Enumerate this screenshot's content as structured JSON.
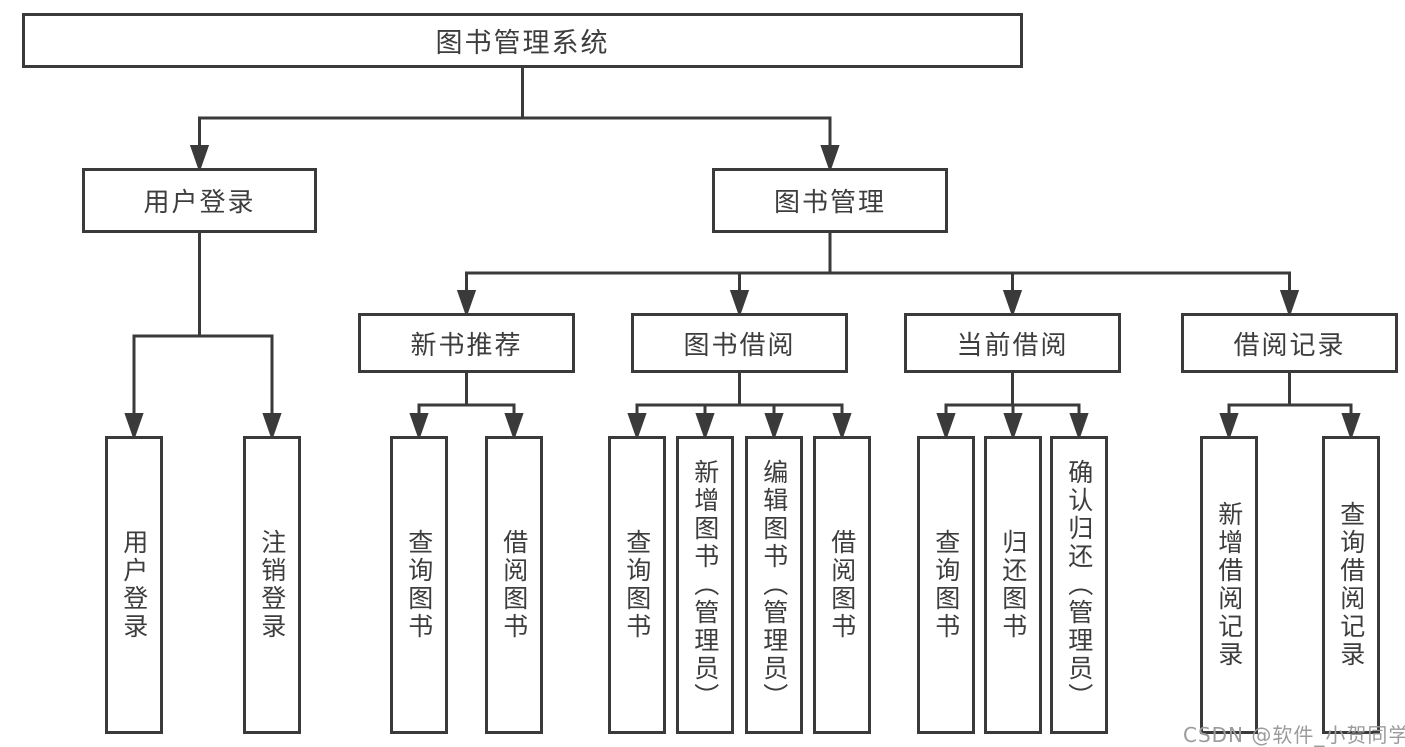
{
  "colors": {
    "line": "#3a3a3a",
    "text": "#3d3d3d",
    "box_background": "#ffffff",
    "page_background": "#ffffff",
    "watermark": "#9b9b9b"
  },
  "diagram": {
    "root": {
      "label": "图书管理系统"
    },
    "branches": [
      {
        "label": "用户登录",
        "children": [
          {
            "label": "用户登录"
          },
          {
            "label": "注销登录"
          }
        ]
      },
      {
        "label": "图书管理",
        "children": [
          {
            "label": "新书推荐",
            "children": [
              {
                "label": "查询图书"
              },
              {
                "label": "借阅图书"
              }
            ]
          },
          {
            "label": "图书借阅",
            "children": [
              {
                "label": "查询图书"
              },
              {
                "label": "新增图书（管理员）"
              },
              {
                "label": "编辑图书（管理员）"
              },
              {
                "label": "借阅图书"
              }
            ]
          },
          {
            "label": "当前借阅",
            "children": [
              {
                "label": "查询图书"
              },
              {
                "label": "归还图书"
              },
              {
                "label": "确认归还（管理员）"
              }
            ]
          },
          {
            "label": "借阅记录",
            "children": [
              {
                "label": "新增借阅记录"
              },
              {
                "label": "查询借阅记录"
              }
            ]
          }
        ]
      }
    ]
  },
  "watermark": {
    "text": "CSDN @软件_小贺同学"
  }
}
